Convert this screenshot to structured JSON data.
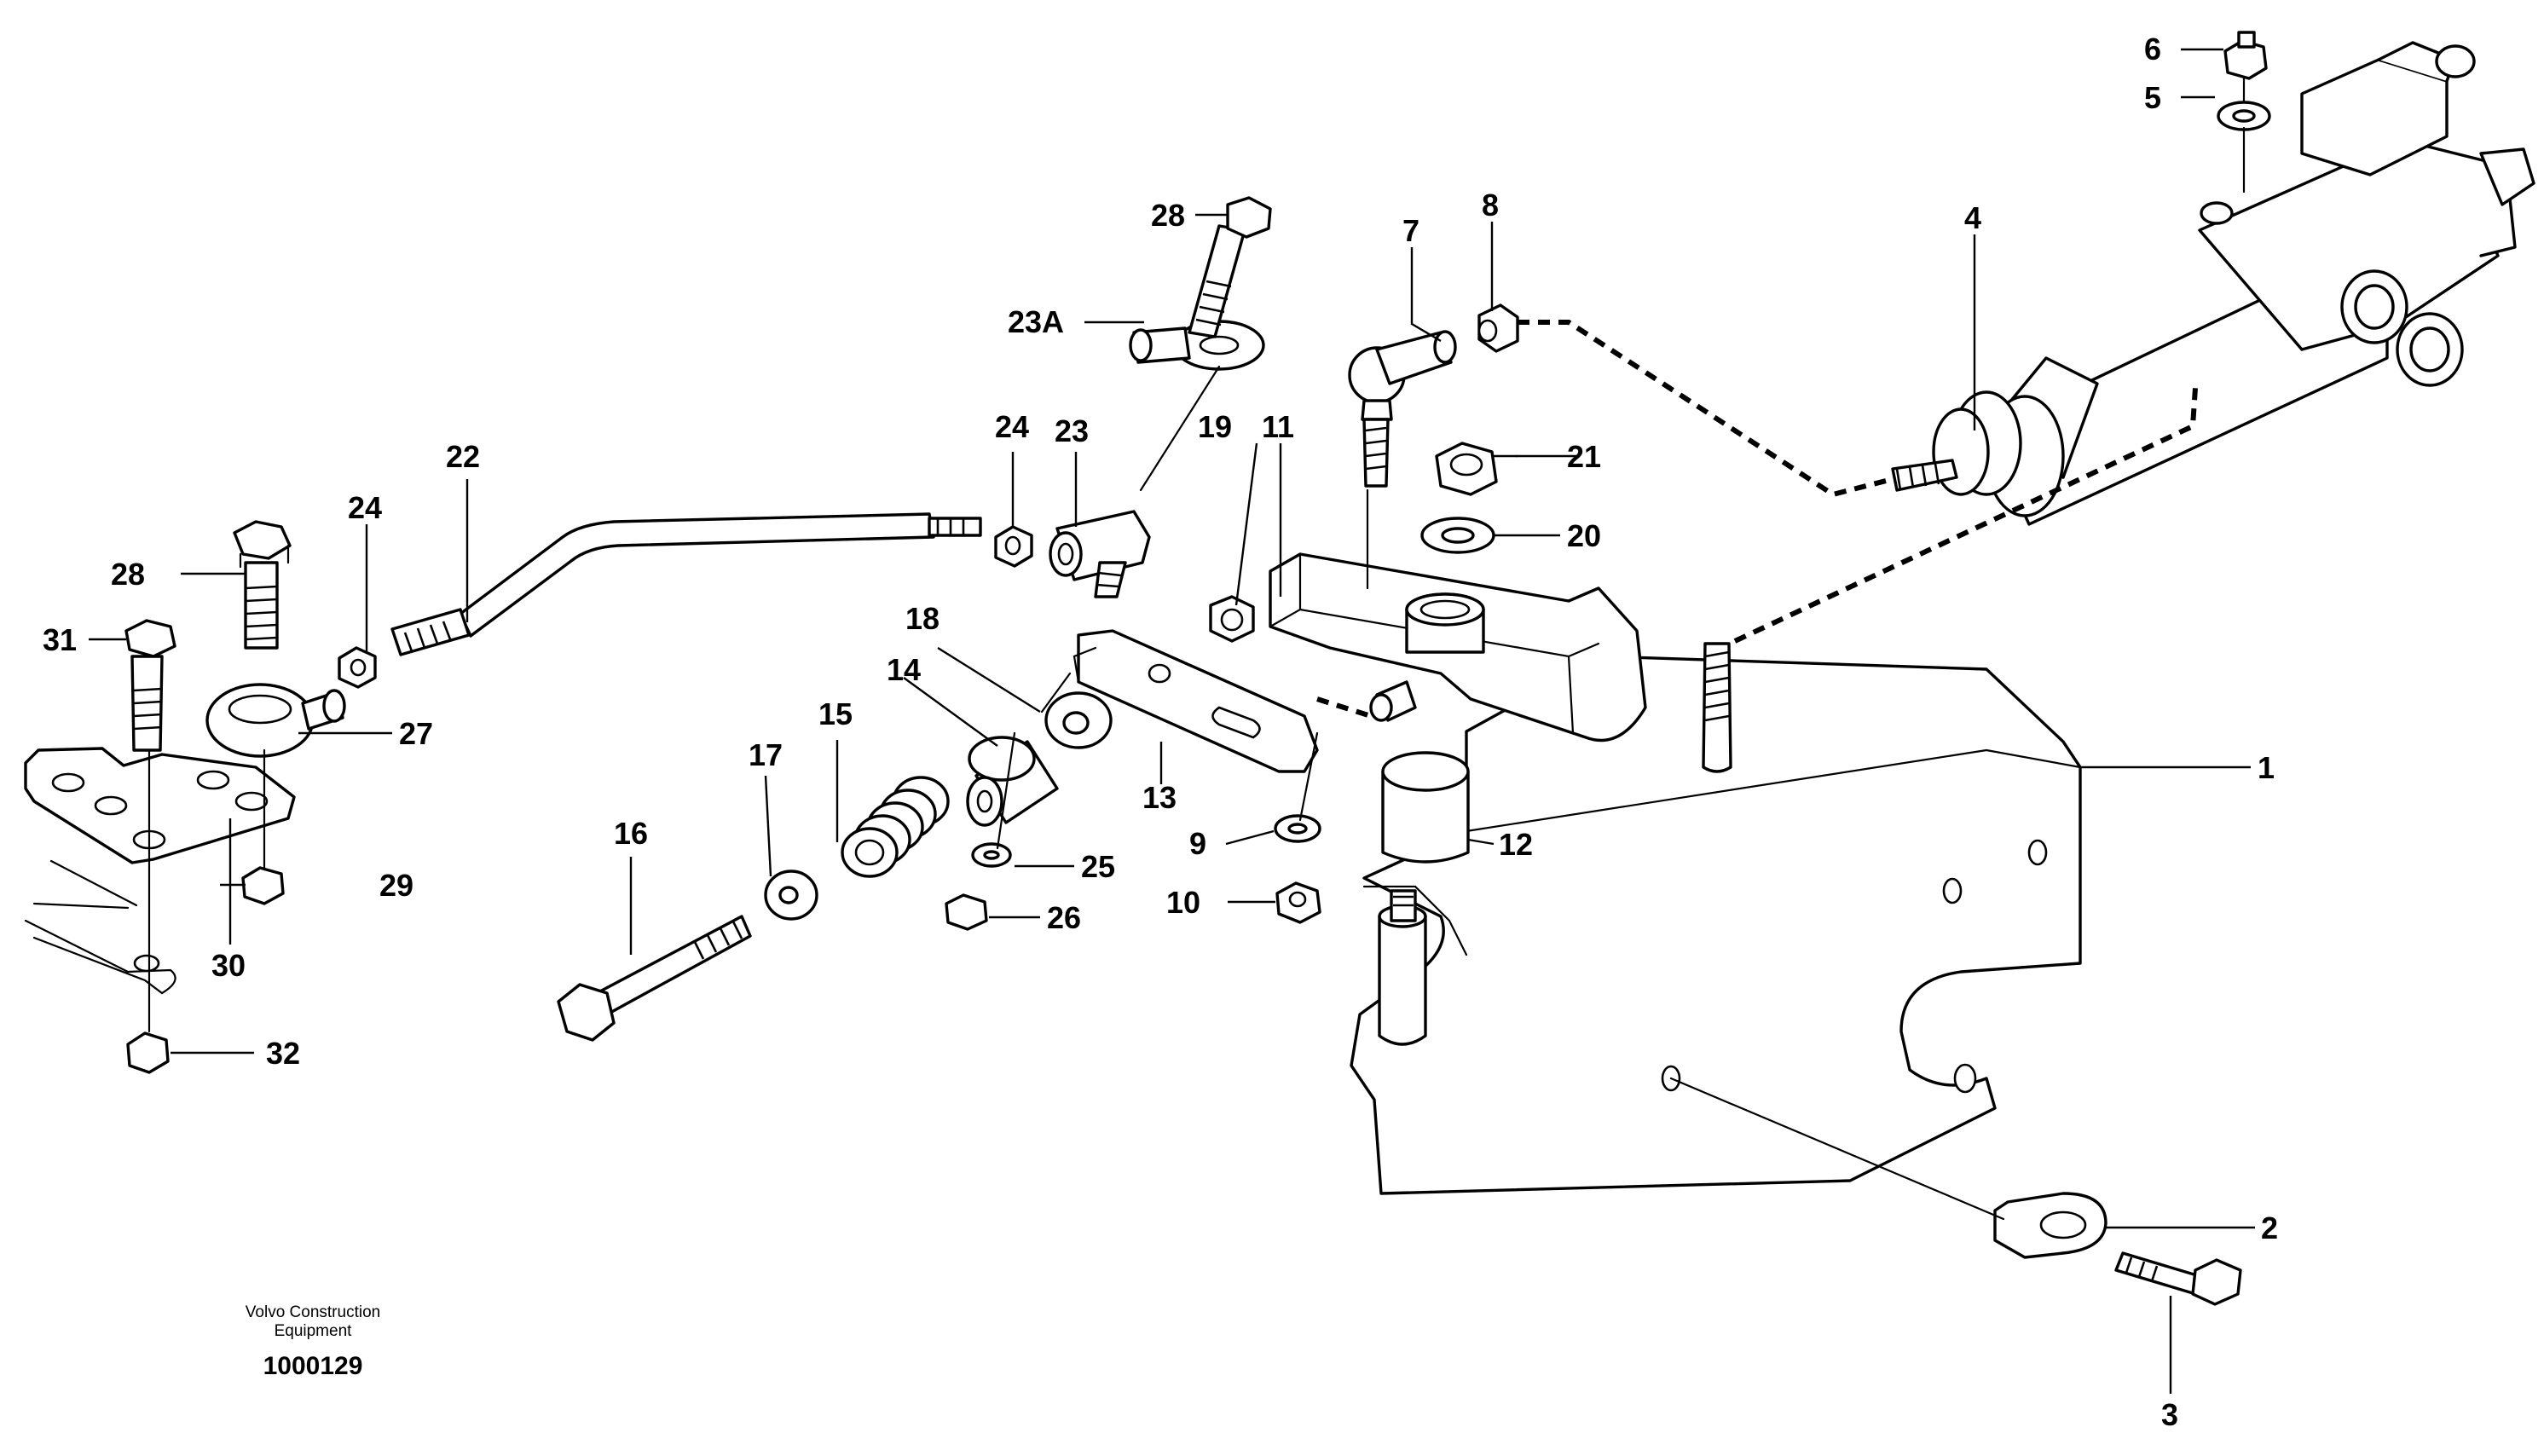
{
  "callouts": {
    "c1": "1",
    "c2": "2",
    "c3": "3",
    "c4": "4",
    "c5": "5",
    "c6": "6",
    "c7": "7",
    "c8": "8",
    "c9": "9",
    "c10": "10",
    "c11": "11",
    "c12": "12",
    "c13": "13",
    "c14": "14",
    "c15": "15",
    "c16": "16",
    "c17": "17",
    "c18": "18",
    "c19": "19",
    "c20": "20",
    "c21": "21",
    "c22": "22",
    "c23": "23",
    "c23a": "23A",
    "c24a": "24",
    "c24b": "24",
    "c25": "25",
    "c26": "26",
    "c27": "27",
    "c28a": "28",
    "c28b": "28",
    "c29": "29",
    "c30": "30",
    "c31": "31",
    "c32": "32"
  },
  "footer": {
    "brand_line1": "Volvo Construction",
    "brand_line2": "Equipment",
    "drawing_number": "1000129"
  }
}
